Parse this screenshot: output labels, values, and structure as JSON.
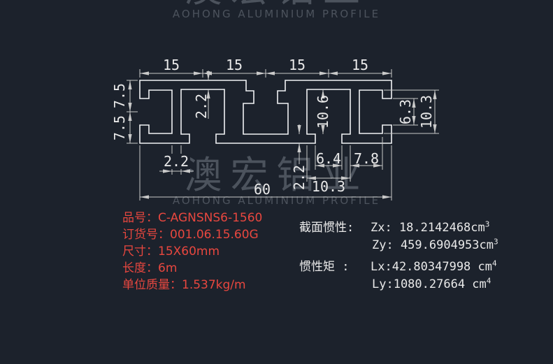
{
  "colors": {
    "background": "#1c222c",
    "object_line": "#f0f2f4",
    "dimension_line": "#c9c9c9",
    "dimension_text": "#e9e9e9",
    "accent_red": "#e8473f",
    "watermark_gray": "#747b85"
  },
  "watermark": {
    "cn": "澳宏铝业",
    "en": "AOHONG ALUMINIUM PROFILE"
  },
  "dims": {
    "top": [
      "15",
      "15",
      "15",
      "15"
    ],
    "left": [
      "7.5",
      "7.5"
    ],
    "top_wall": "2.2",
    "cavity_height": "10.6",
    "end_opening": "6.3",
    "end_cavity": "10.3",
    "web": "2.2",
    "slot_opening": "6.4",
    "edge": "7.8",
    "bottom_wall": "2.2",
    "cavity_width": "10.3",
    "overall": "60"
  },
  "product": {
    "rows": [
      {
        "label": "品号：",
        "value": "C-AGNSNS6-1560"
      },
      {
        "label": "订货号：",
        "value": "001.06.15.60G"
      },
      {
        "label": "尺寸：",
        "value": "15X60mm"
      },
      {
        "label": "长度：",
        "value": "6m"
      },
      {
        "label": "单位质量：",
        "value": "1.537kg/m"
      }
    ]
  },
  "properties": {
    "section_label": "截面惯性:",
    "zx": "Zx: 18.2142468cm",
    "zx_sup": "3",
    "zy": "Zy: 459.6904953cm",
    "zy_sup": "3",
    "moment_label": "惯性矩 :",
    "lx": "Lx:42.80347998 cm",
    "lx_sup": "4",
    "ly": "Ly:1080.27664 cm",
    "ly_sup": "4"
  }
}
